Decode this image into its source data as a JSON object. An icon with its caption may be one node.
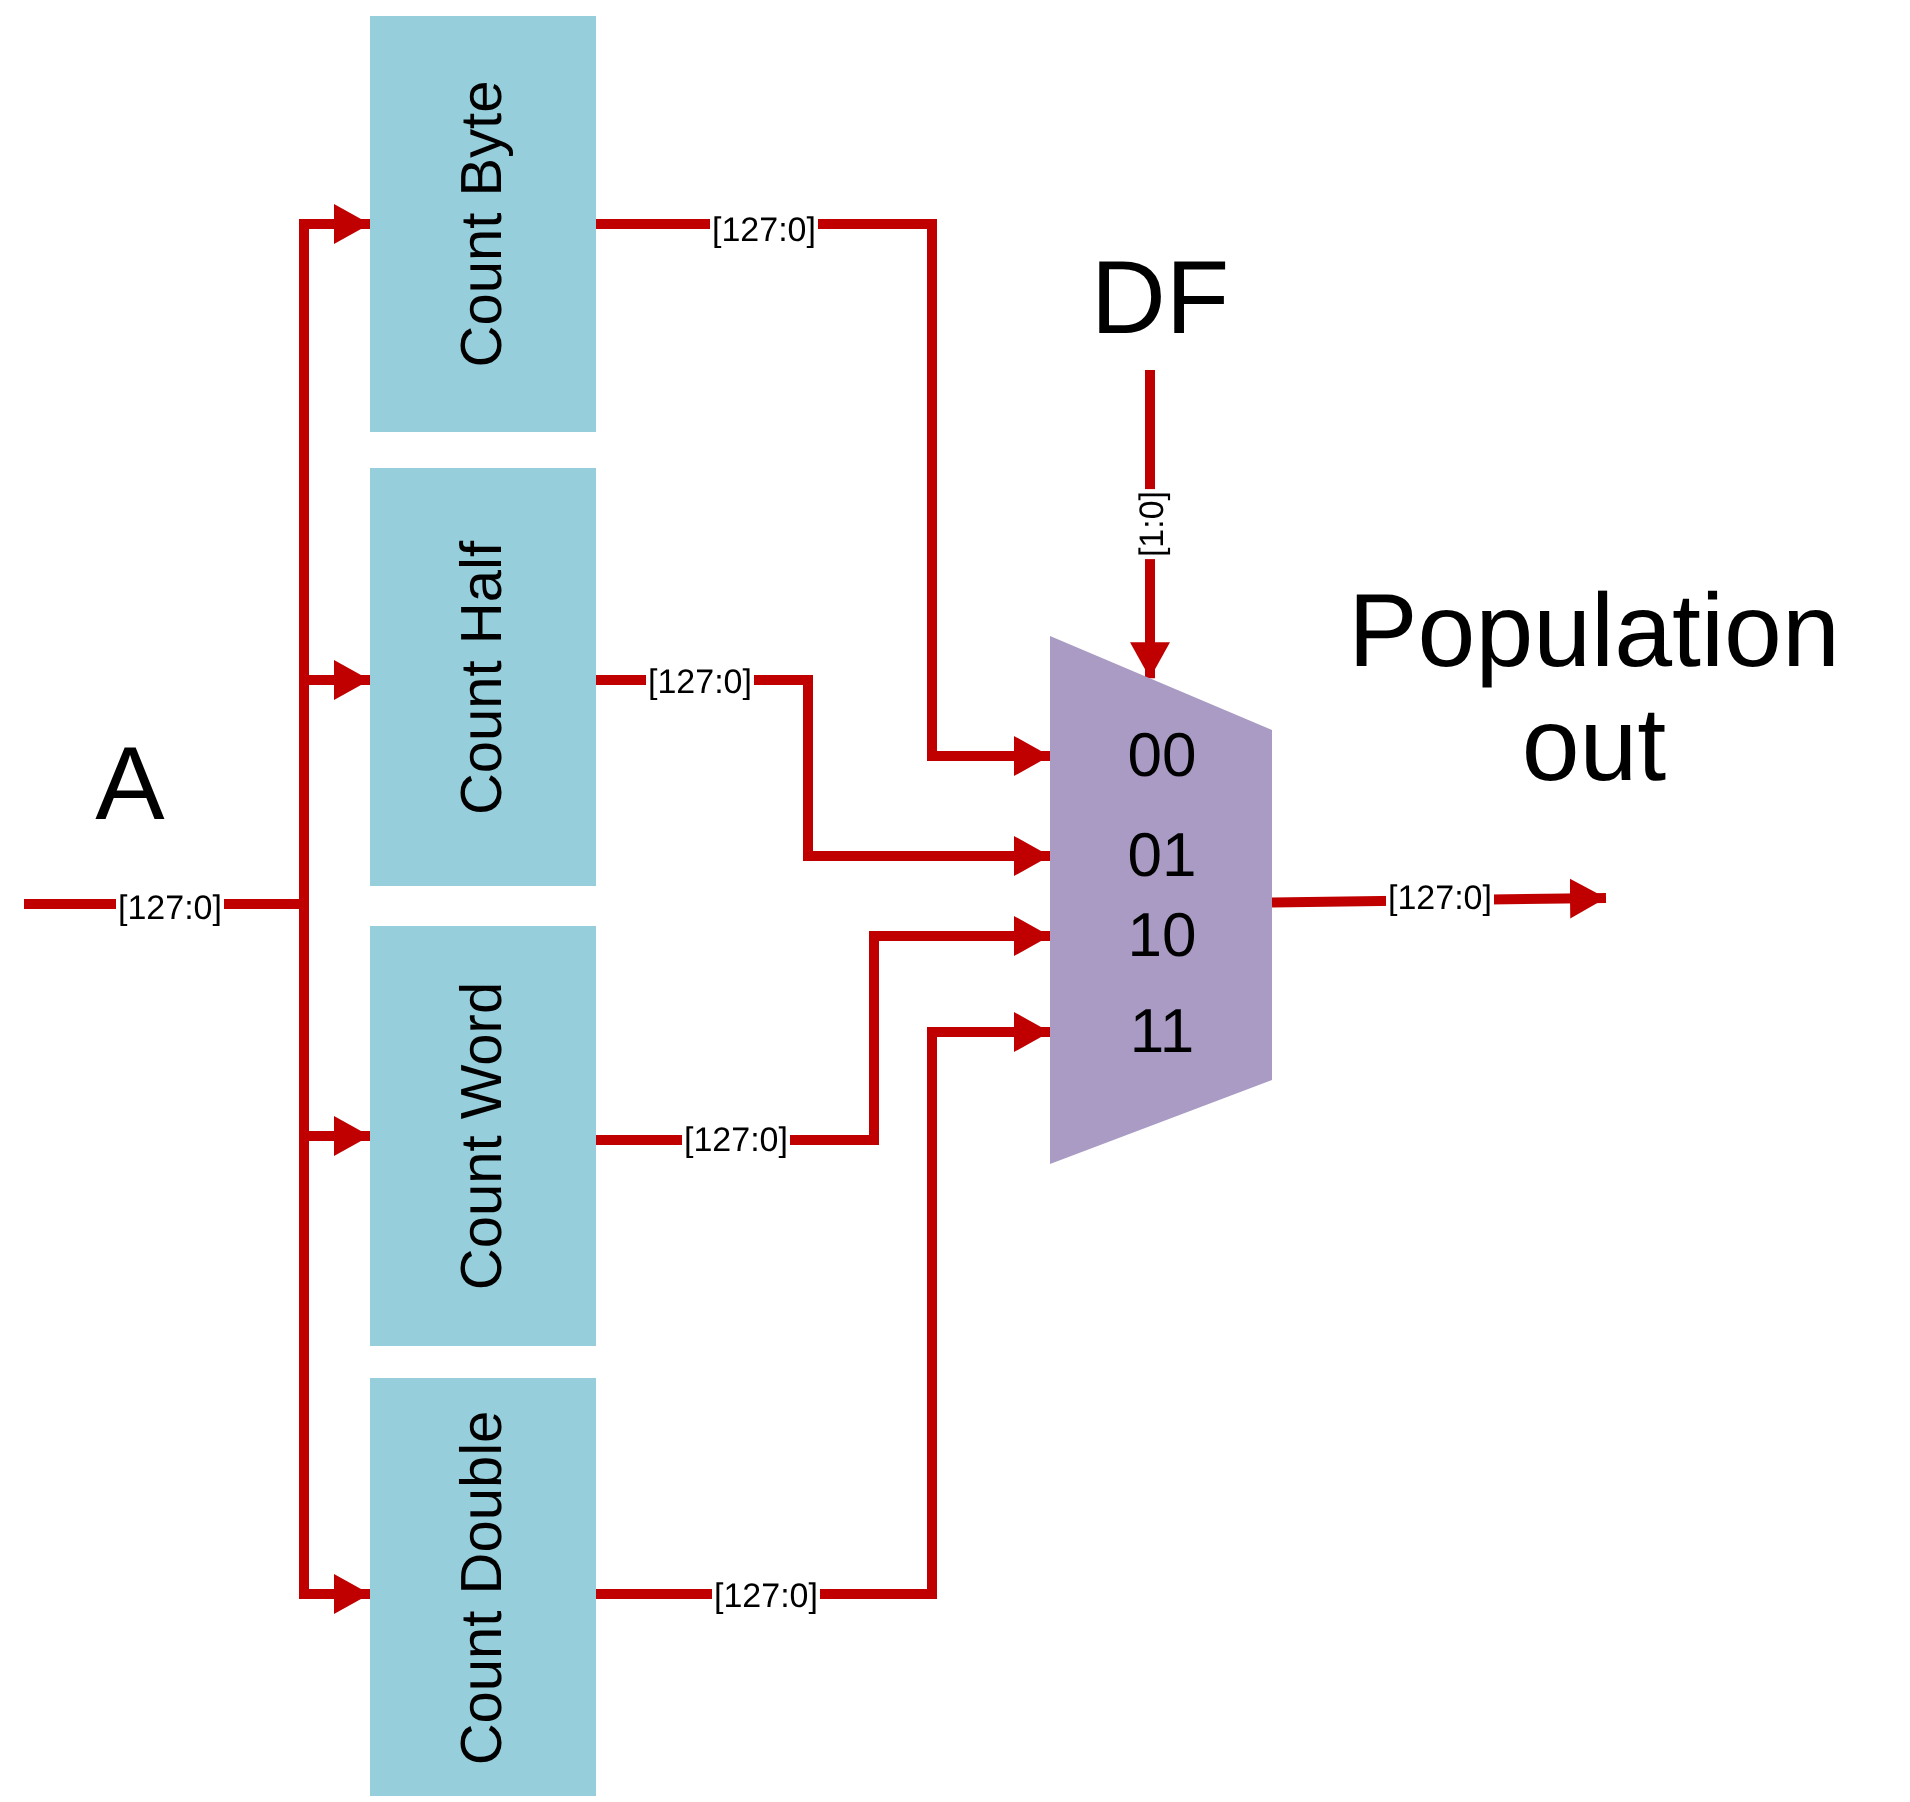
{
  "diagram": {
    "nodes": [
      {
        "text": [
          "Count Byte"
        ]
      },
      {
        "text": [
          "Count Half"
        ]
      },
      {
        "text": [
          "Count Word"
        ]
      },
      {
        "text": [
          "Count Double"
        ]
      },
      {
        "text": [
          "00",
          "01",
          "10",
          "11"
        ]
      }
    ],
    "edges": [
      {
        "from": null,
        "to": 0,
        "arrow": "to",
        "label": "[127:0]"
      },
      {
        "from": null,
        "to": 1,
        "arrow": "to"
      },
      {
        "from": null,
        "to": 2,
        "arrow": "to"
      },
      {
        "from": null,
        "to": 3,
        "arrow": "to"
      },
      {
        "from": 0,
        "to": 4,
        "arrow": "to",
        "label": "[127:0]"
      },
      {
        "from": 1,
        "to": 4,
        "arrow": "to",
        "label": "[127:0]"
      },
      {
        "from": 2,
        "to": 4,
        "arrow": "to",
        "label": "[127:0]"
      },
      {
        "from": 3,
        "to": 4,
        "arrow": "to",
        "label": "[127:0]"
      },
      {
        "from": null,
        "to": 4,
        "arrow": "to",
        "label": "[1:0]"
      },
      {
        "from": 4,
        "to": null,
        "arrow": "to",
        "label": "[127:0]"
      }
    ],
    "labels": [
      "A",
      "DF",
      "Population out"
    ]
  }
}
